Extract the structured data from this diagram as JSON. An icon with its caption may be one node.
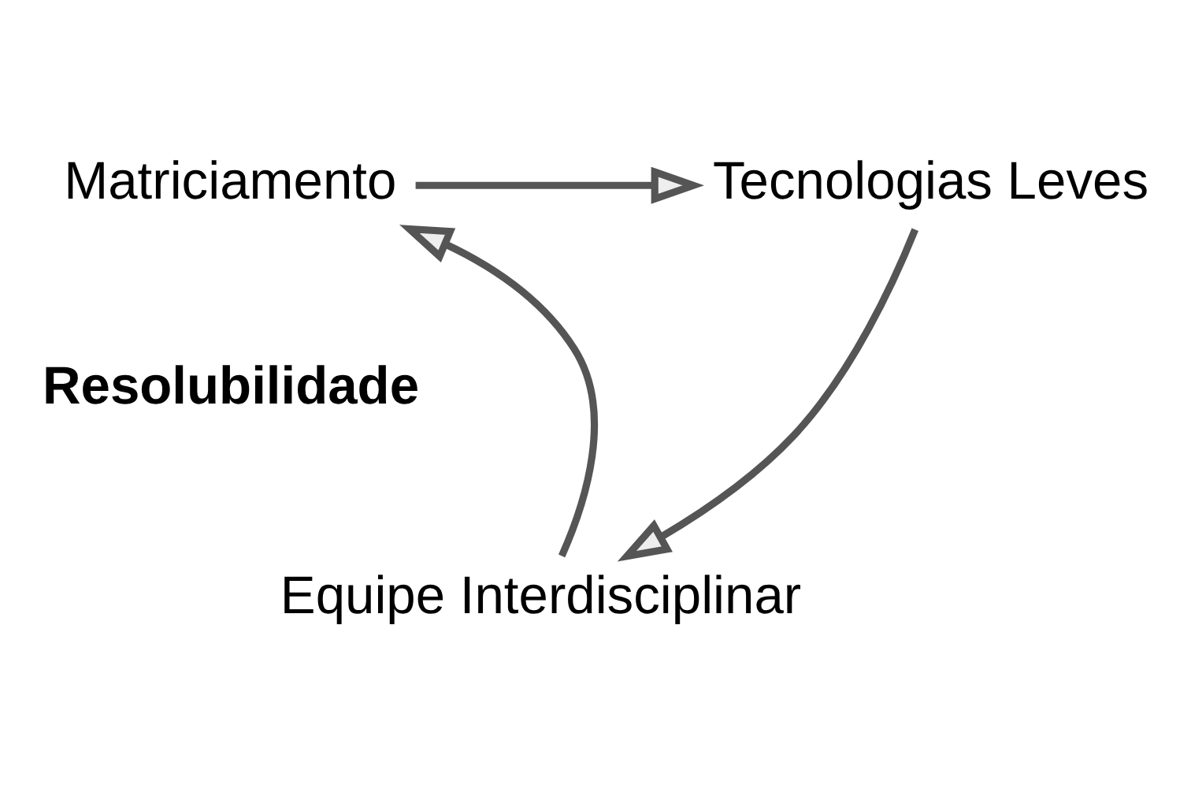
{
  "diagram": {
    "nodes": [
      {
        "text": [
          "Matriciamento"
        ]
      },
      {
        "text": [
          "Tecnologias Leves"
        ]
      },
      {
        "text": [
          "Equipe Interdisciplinar"
        ]
      }
    ],
    "edges": [
      {
        "from": 0,
        "to": 1,
        "arrow": "to"
      },
      {
        "from": 1,
        "to": 2,
        "arrow": "to"
      },
      {
        "from": 2,
        "to": 0,
        "arrow": "to"
      }
    ],
    "labels": [
      "Resolubilidade"
    ]
  }
}
